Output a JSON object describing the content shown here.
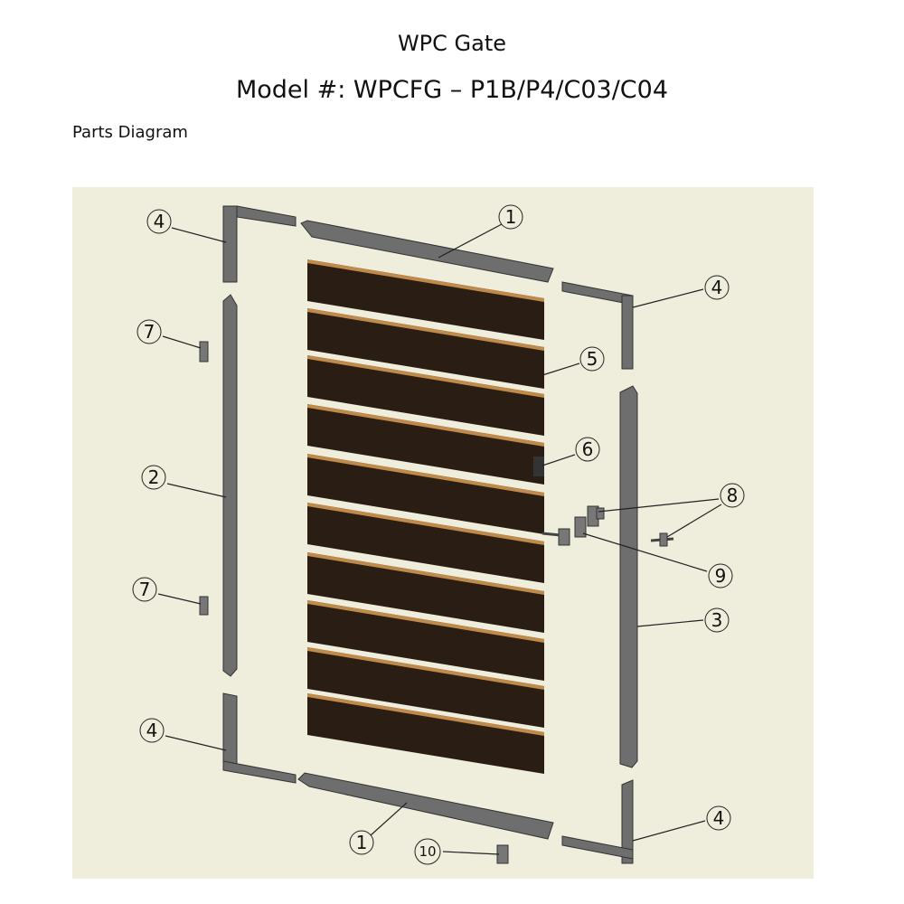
{
  "header": {
    "title": "WPC Gate",
    "model": "Model #: WPCFG – P1B/P4/C03/C04",
    "section": "Parts Diagram"
  },
  "colors": {
    "panel_bg": "#efeedd",
    "metal": "#6b6b6b",
    "board": "#2a1e14",
    "board_edge": "#c08a4a"
  },
  "callouts": {
    "c1a": "1",
    "c1b": "1",
    "c2": "2",
    "c3": "3",
    "c4a": "4",
    "c4b": "4",
    "c4c": "4",
    "c4d": "4",
    "c5": "5",
    "c6": "6",
    "c7a": "7",
    "c7b": "7",
    "c8": "8",
    "c9": "9",
    "c10": "10"
  },
  "board_count": 10
}
